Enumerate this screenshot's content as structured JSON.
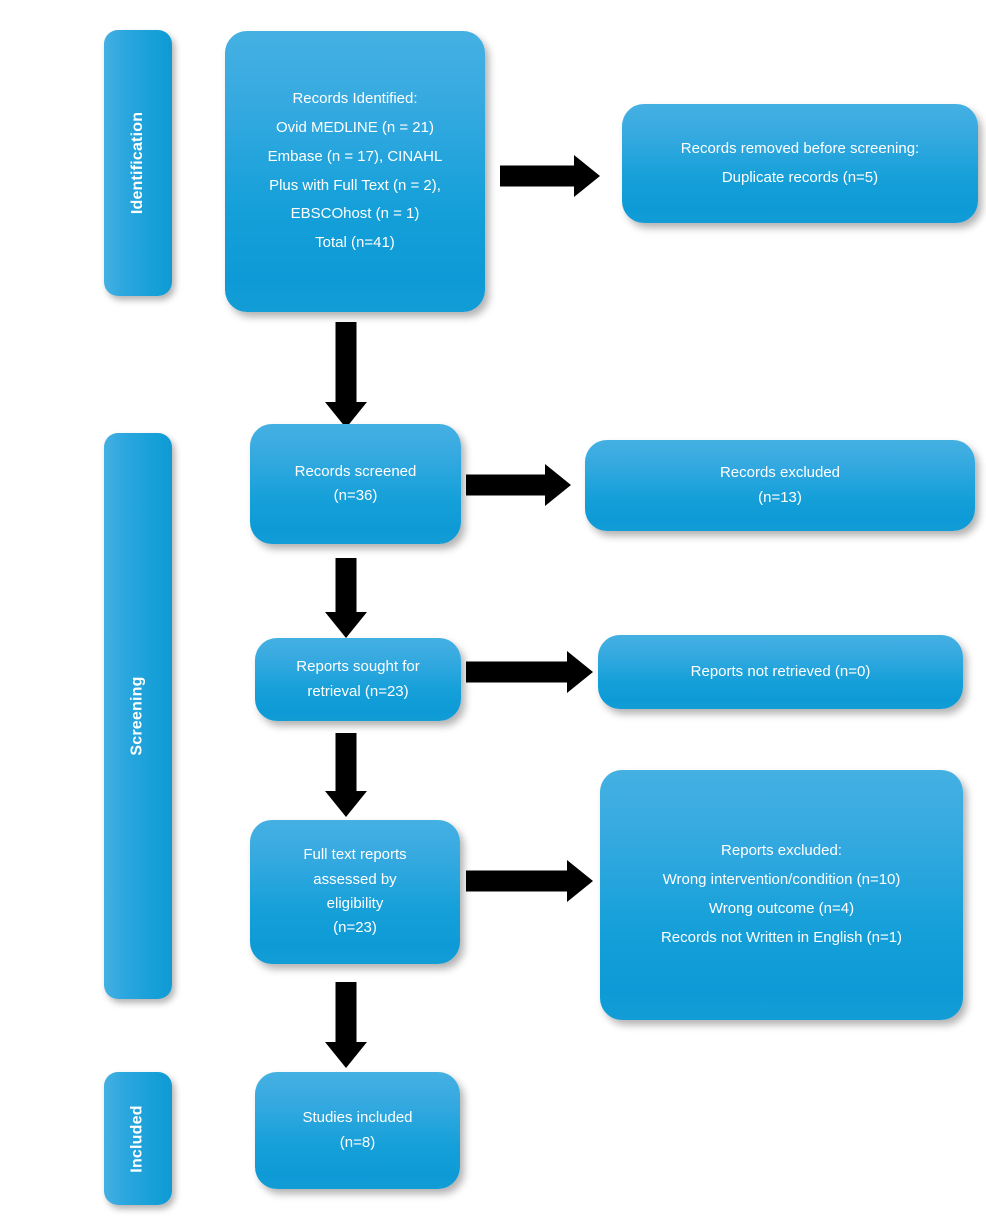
{
  "diagram": {
    "title": "PRISMA flow diagram",
    "accent_color": "#16a0d9",
    "accent_light": "#45b0e2",
    "arrow_color": "#000000",
    "text_color": "#ffffff"
  },
  "stages": [
    {
      "id": "identification",
      "label": "Identification"
    },
    {
      "id": "screening",
      "label": "Screening"
    },
    {
      "id": "included",
      "label": "Included"
    }
  ],
  "boxes": {
    "records_identified": {
      "lines": [
        "Records Identified:",
        "Ovid MEDLINE (n = 21)",
        "Embase (n = 17), CINAHL",
        "Plus with Full Text (n = 2),",
        "EBSCOhost (n = 1)",
        "Total (n=41)"
      ]
    },
    "records_removed": {
      "lines": [
        "Records removed before screening:",
        "Duplicate records (n=5)"
      ]
    },
    "records_screened": {
      "lines": [
        "Records screened",
        "(n=36)"
      ]
    },
    "records_excluded": {
      "lines": [
        "Records excluded",
        "(n=13)"
      ]
    },
    "reports_sought": {
      "lines": [
        "Reports sought for",
        "retrieval (n=23)"
      ]
    },
    "reports_not_retrieved": {
      "lines": [
        "Reports not retrieved (n=0)"
      ]
    },
    "full_text_assessed": {
      "lines": [
        "Full text reports",
        "assessed by",
        "eligibility",
        "(n=23)"
      ]
    },
    "reports_excluded": {
      "lines": [
        "Reports excluded:",
        "Wrong intervention/condition (n=10)",
        "Wrong outcome (n=4)",
        "Records not Written in English (n=1)"
      ]
    },
    "studies_included": {
      "lines": [
        "Studies included",
        "(n=8)"
      ]
    }
  },
  "arrows": [
    {
      "id": "identified-to-removed",
      "direction": "right"
    },
    {
      "id": "identified-to-screened",
      "direction": "down"
    },
    {
      "id": "screened-to-excluded",
      "direction": "right"
    },
    {
      "id": "screened-to-sought",
      "direction": "down"
    },
    {
      "id": "sought-to-not-retrieved",
      "direction": "right"
    },
    {
      "id": "sought-to-fulltext",
      "direction": "down"
    },
    {
      "id": "fulltext-to-excluded",
      "direction": "right"
    },
    {
      "id": "fulltext-to-included",
      "direction": "down"
    }
  ]
}
